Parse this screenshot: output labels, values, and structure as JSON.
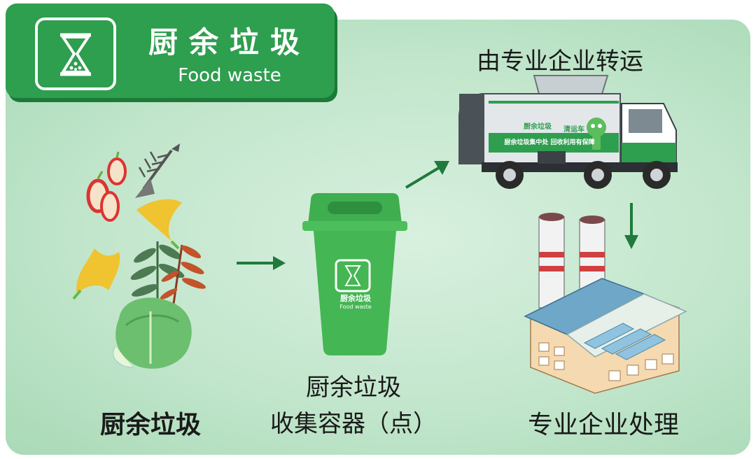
{
  "banner": {
    "title": "厨余垃圾",
    "subtitle": "Food waste",
    "icon": "hourglass-icon"
  },
  "steps": {
    "food": {
      "label": "厨余垃圾"
    },
    "bin": {
      "label_line1": "厨余垃圾",
      "label_line2": "收集容器（点）",
      "bin_text": "厨余垃圾",
      "bin_subtext": "Food waste"
    },
    "transport": {
      "label": "由专业企业转运",
      "truck_text1": "厨余垃圾",
      "truck_text2": "清运车",
      "truck_strip": "厨余垃圾集中处  回收利用有保障"
    },
    "process": {
      "label": "专业企业处理"
    }
  },
  "colors": {
    "brand_green": "#2e9e4f",
    "arrow_green": "#1f7a3c",
    "panel_light": "#c2e6cc"
  }
}
